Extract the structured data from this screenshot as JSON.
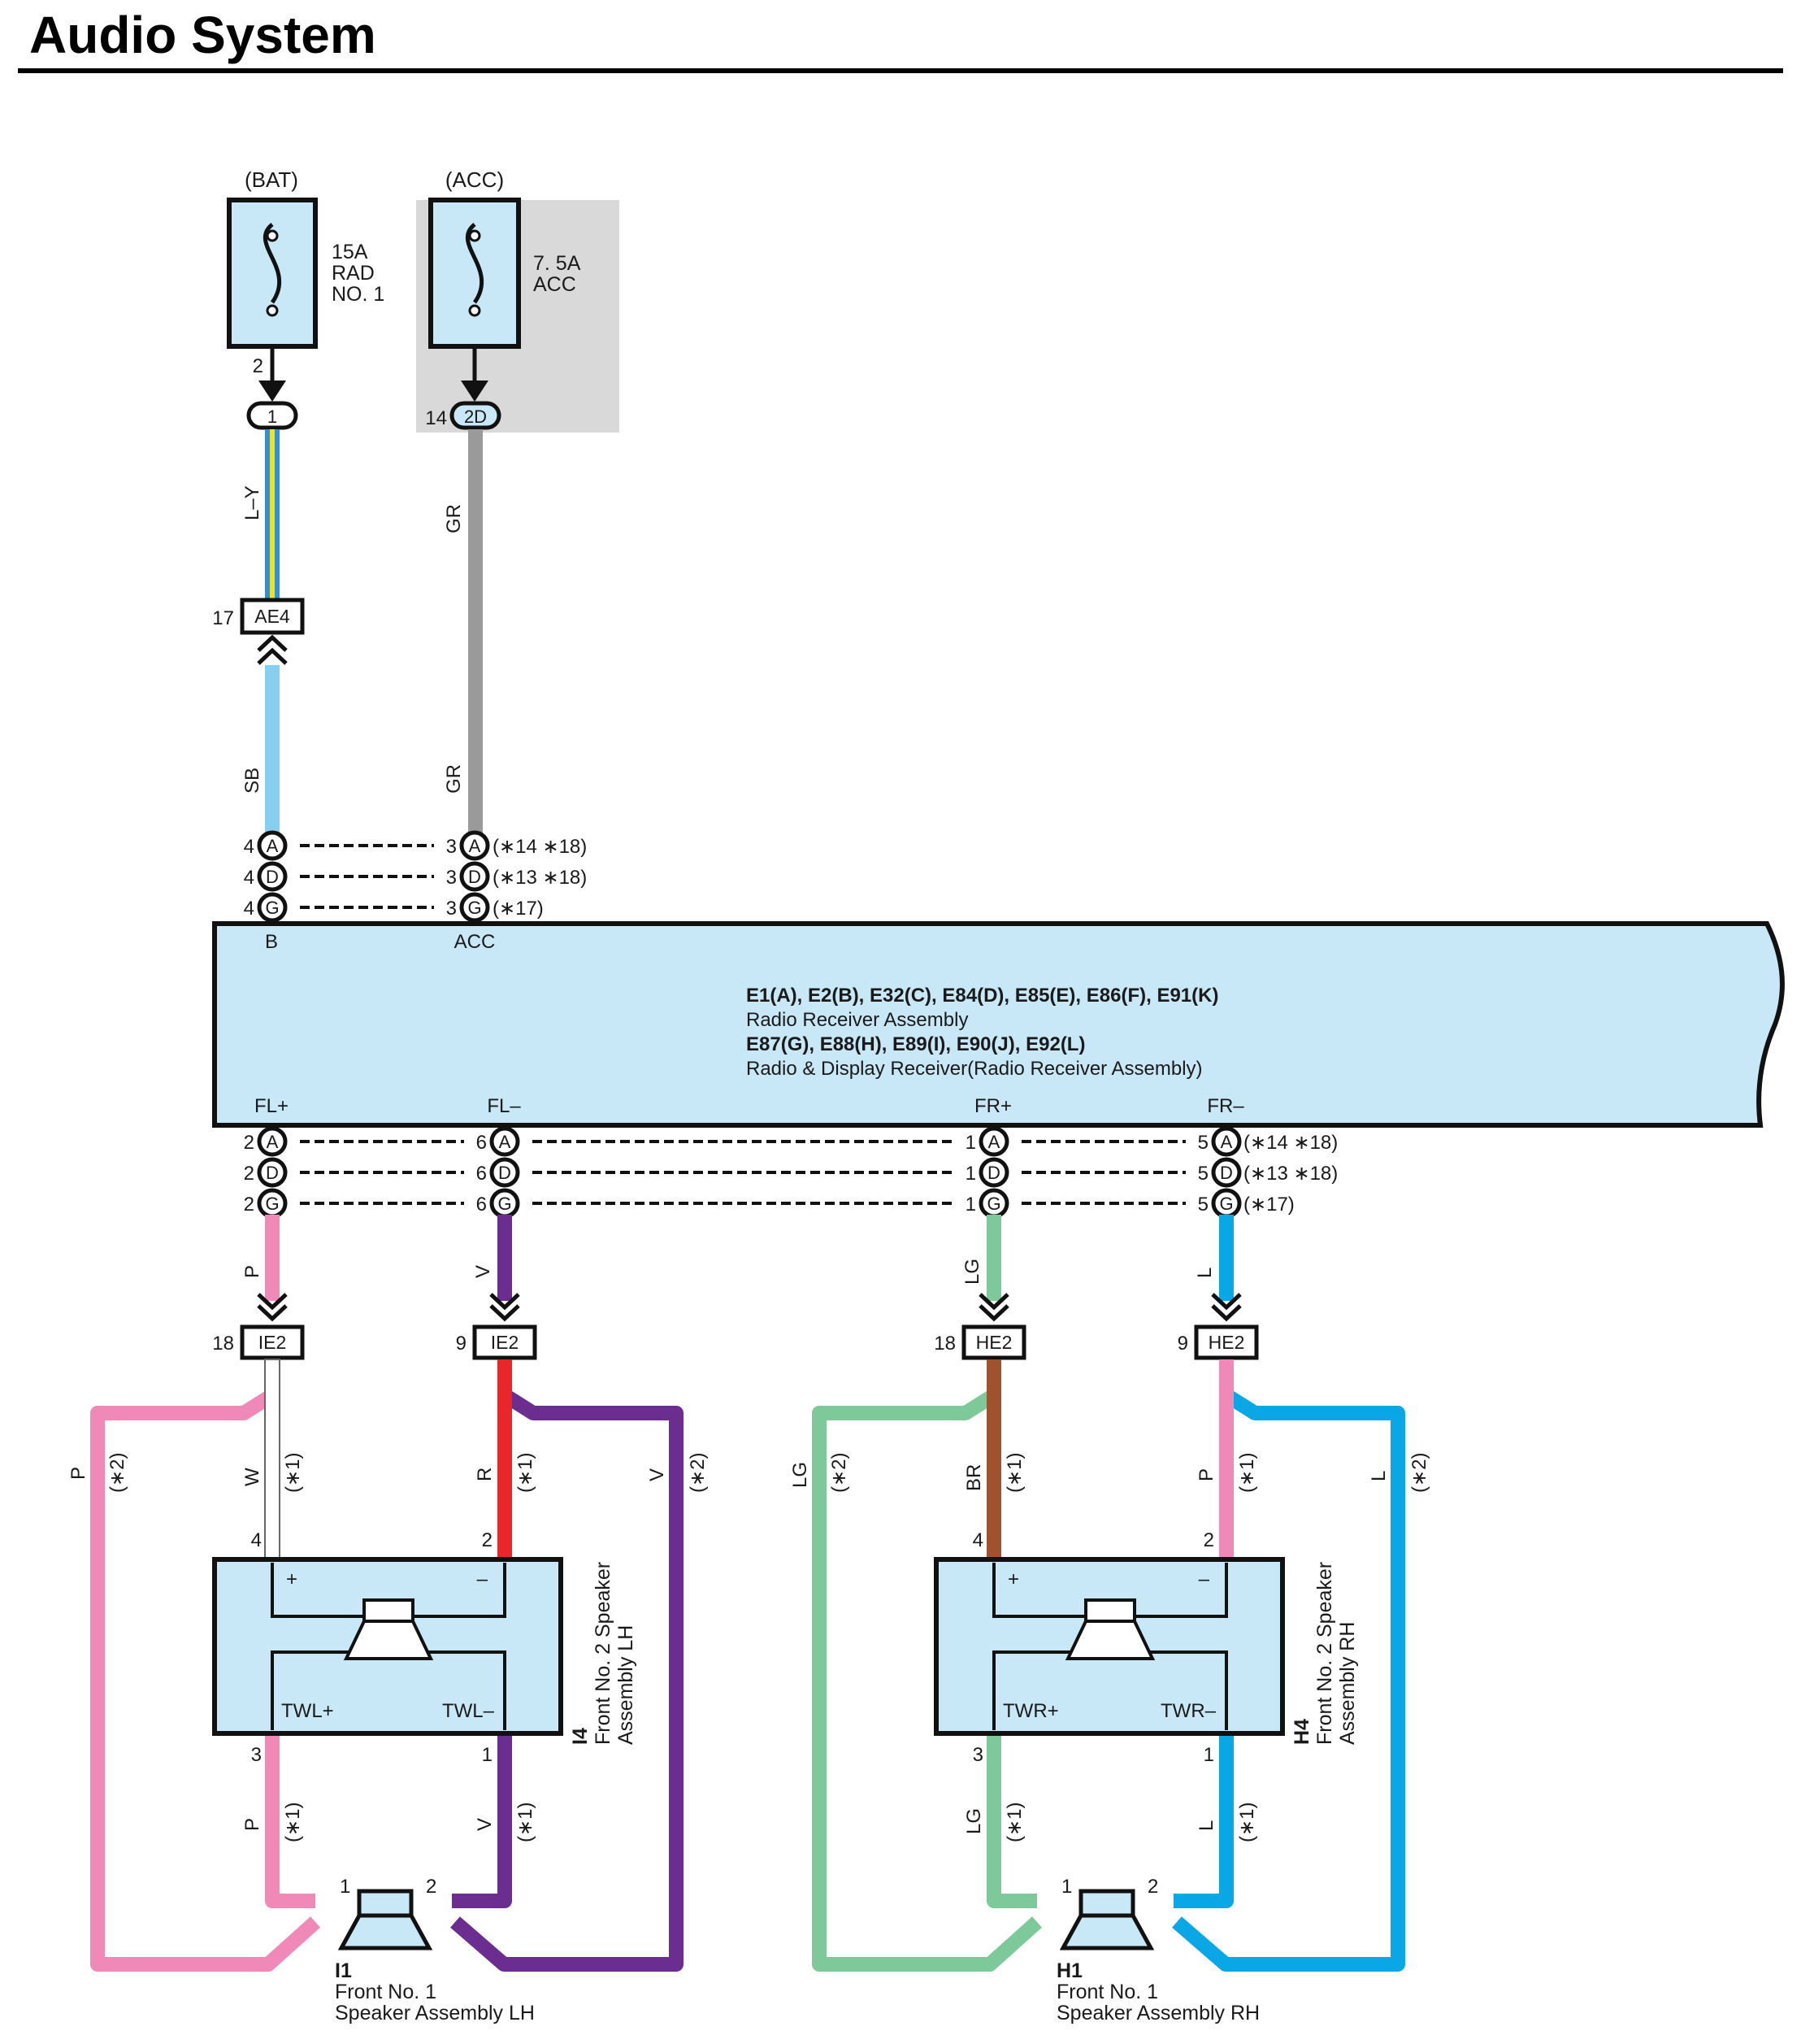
{
  "title": "Audio System",
  "colors": {
    "box_fill": "#c8e8f8",
    "acc_shade": "#d9d9d9",
    "wire_LY_blue": "#2f8fd8",
    "wire_LY_yellow": "#f2e21b",
    "wire_SB": "#86cfee",
    "wire_GR": "#9a9a9a",
    "wire_P": "#f088b8",
    "wire_V": "#6b2d8f",
    "wire_LG": "#7ec99a",
    "wire_L": "#0aa7e6",
    "wire_R": "#e8262c",
    "wire_BR": "#a0512d",
    "wire_W": "#ffffff"
  },
  "fuses": {
    "bat": {
      "source": "(BAT)",
      "rating": "15A",
      "name_line1": "RAD",
      "name_line2": "NO. 1",
      "pin": "2",
      "connector": "1"
    },
    "acc": {
      "source": "(ACC)",
      "rating": "7. 5A",
      "name_line1": "ACC",
      "pin": "14",
      "connector": "2D"
    }
  },
  "upper_wires": {
    "bat_fuse_wire": "L–Y",
    "acc_fuse_wire": "GR",
    "ae4_pin": "17",
    "ae4_label": "AE4",
    "bat_receiver_wire": "SB",
    "acc_receiver_wire": "GR"
  },
  "receiver": {
    "line1": "E1(A), E2(B), E32(C), E84(D), E85(E), E86(F), E91(K)",
    "line2": "Radio Receiver Assembly",
    "line3": "E87(G), E88(H), E89(I), E90(J), E92(L)",
    "line4": "Radio & Display Receiver(Radio Receiver Assembly)",
    "top_terms": [
      "B",
      "ACC"
    ],
    "bottom_terms": [
      "FL+",
      "FL–",
      "FR+",
      "FR–"
    ]
  },
  "pin_rows": {
    "letters": [
      "A",
      "D",
      "G"
    ],
    "notes": [
      "(∗14 ∗18)",
      "(∗13 ∗18)",
      "(∗17)"
    ],
    "b_pin": "4",
    "acc_pin": "3",
    "fl_plus_pin": "2",
    "fl_minus_pin": "6",
    "fr_plus_pin": "1",
    "fr_minus_pin": "5"
  },
  "mid_wires": {
    "fl_plus": "P",
    "fl_minus": "V",
    "fr_plus": "LG",
    "fr_minus": "L"
  },
  "connectors": {
    "ie2": "IE2",
    "he2": "HE2",
    "fl_plus_pin": "18",
    "fl_minus_pin": "9",
    "fr_plus_pin": "18",
    "fr_minus_pin": "9"
  },
  "lh": {
    "outer_left": "P",
    "outer_left_note": "(∗2)",
    "plus_wire": "W",
    "plus_note": "(∗1)",
    "minus_wire": "R",
    "minus_note": "(∗1)",
    "outer_right": "V",
    "outer_right_note": "(∗2)",
    "pin_plus": "4",
    "pin_minus": "2",
    "plus_sign": "+",
    "minus_sign": "–",
    "tw_plus": "TWL+",
    "tw_minus": "TWL–",
    "pin_tw_plus": "3",
    "pin_tw_minus": "1",
    "tw_plus_wire": "P",
    "tw_plus_note": "(∗1)",
    "tw_minus_wire": "V",
    "tw_minus_note": "(∗1)",
    "assy_code": "I4",
    "assy_line1": "Front No. 2 Speaker",
    "assy_line2": "Assembly LH",
    "spk_pin1": "1",
    "spk_pin2": "2",
    "spk_code": "I1",
    "spk_line1": "Front No. 1",
    "spk_line2": "Speaker Assembly LH"
  },
  "rh": {
    "outer_left": "LG",
    "outer_left_note": "(∗2)",
    "plus_wire": "BR",
    "plus_note": "(∗1)",
    "minus_wire": "P",
    "minus_note": "(∗1)",
    "outer_right": "L",
    "outer_right_note": "(∗2)",
    "pin_plus": "4",
    "pin_minus": "2",
    "plus_sign": "+",
    "minus_sign": "–",
    "tw_plus": "TWR+",
    "tw_minus": "TWR–",
    "pin_tw_plus": "3",
    "pin_tw_minus": "1",
    "tw_plus_wire": "LG",
    "tw_plus_note": "(∗1)",
    "tw_minus_wire": "L",
    "tw_minus_note": "(∗1)",
    "assy_code": "H4",
    "assy_line1": "Front No. 2 Speaker",
    "assy_line2": "Assembly RH",
    "spk_pin1": "1",
    "spk_pin2": "2",
    "spk_code": "H1",
    "spk_line1": "Front No. 1",
    "spk_line2": "Speaker Assembly RH"
  }
}
